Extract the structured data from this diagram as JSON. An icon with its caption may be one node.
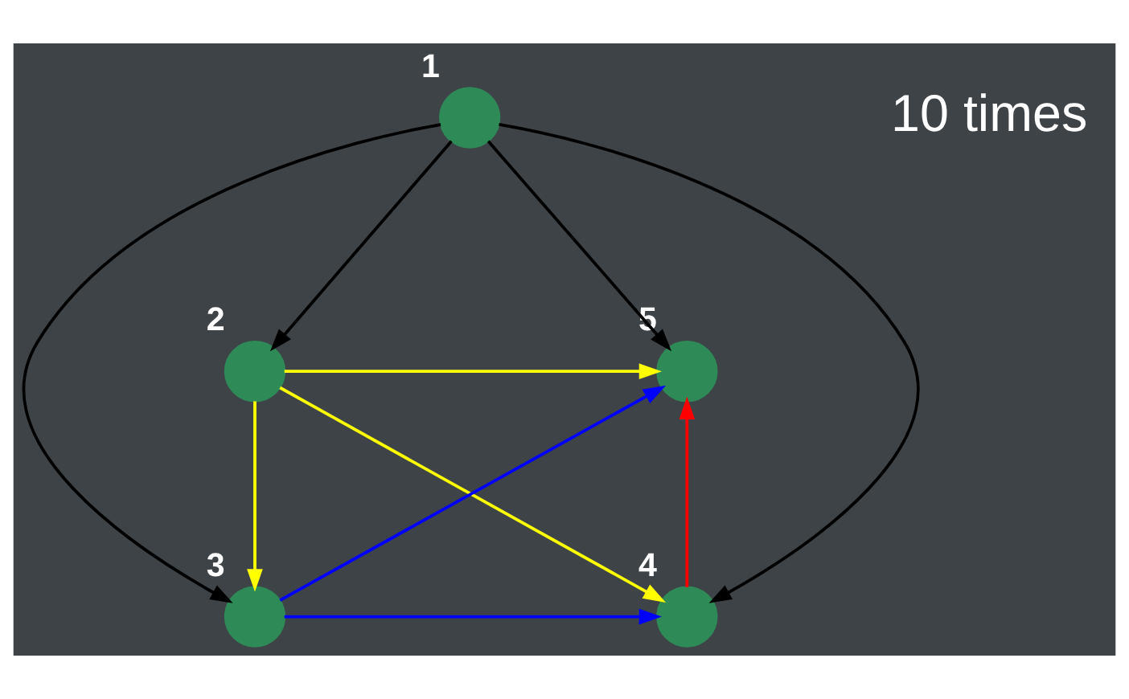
{
  "diagram": {
    "nodes": [
      {
        "text": [],
        "shape": "circle",
        "beside": [
          "1"
        ]
      },
      {
        "text": [],
        "shape": "circle",
        "beside": [
          "2"
        ]
      },
      {
        "text": [],
        "shape": "circle",
        "beside": [
          "3"
        ]
      },
      {
        "text": [],
        "shape": "circle",
        "beside": [
          "4"
        ]
      },
      {
        "text": [],
        "shape": "circle",
        "beside": [
          "5"
        ]
      }
    ],
    "edges": [
      {
        "from": 0,
        "to": 4,
        "arrow": "to"
      },
      {
        "from": 0,
        "to": 1,
        "arrow": "to"
      },
      {
        "from": 0,
        "to": 3,
        "arrow": "to"
      },
      {
        "from": 0,
        "to": 2,
        "arrow": "to"
      },
      {
        "from": 1,
        "to": 4,
        "arrow": "to",
        "color": "#ffff00"
      },
      {
        "from": 1,
        "to": 3,
        "arrow": "to",
        "color": "#ffff00"
      },
      {
        "from": 1,
        "to": 2,
        "arrow": "to",
        "color": "#ffff00"
      },
      {
        "from": 2,
        "to": 4,
        "arrow": "to",
        "color": "#0000ff"
      },
      {
        "from": 2,
        "to": 3,
        "arrow": "to",
        "color": "#0000ff"
      },
      {
        "from": 3,
        "to": 4,
        "arrow": "to",
        "color": "#ff0000"
      }
    ],
    "labels": [
      "10 times"
    ]
  }
}
